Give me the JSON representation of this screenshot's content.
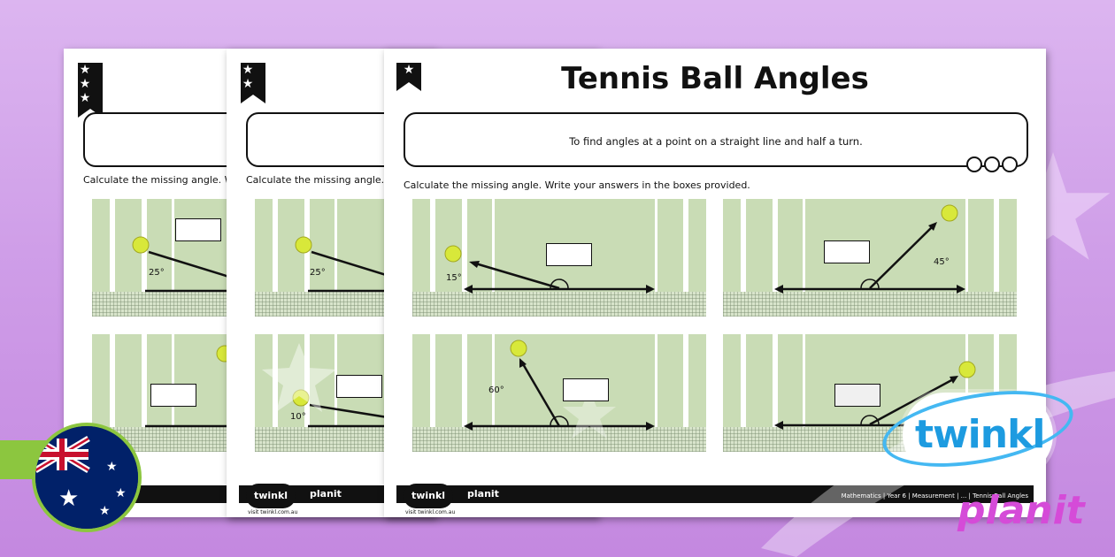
{
  "worksheet": {
    "title": "Tennis Ball Angles",
    "objective": "To find angles at a point on a straight line and half a turn.",
    "instruction": "Calculate the missing angle. Write your answers in the boxes provided.",
    "instruction_truncated": "Calculate the missing angle. W",
    "stars_front": "★",
    "stars_mid": "★★",
    "stars_back": "★★★",
    "footer_logo": "twinkl",
    "footer_planit": "planit",
    "footer_url": "visit twinkl.com.au",
    "footer_meta": "Mathematics | Year 6 | Measurement | ... | Tennis Ball Angles",
    "front_angles": [
      "15°",
      "45°",
      "60°",
      "°"
    ],
    "mid_angles": [
      "25°",
      "10°"
    ],
    "back_angles": [
      "25°"
    ]
  },
  "brand": {
    "logo_text": "twinkl",
    "sub_text": "planit",
    "logo_color": "#1d9be0",
    "sub_color": "#d54bd8"
  },
  "colors": {
    "background": "#cf9ee8",
    "court": "#c9dcb5",
    "accent_green": "#8cc63f"
  }
}
